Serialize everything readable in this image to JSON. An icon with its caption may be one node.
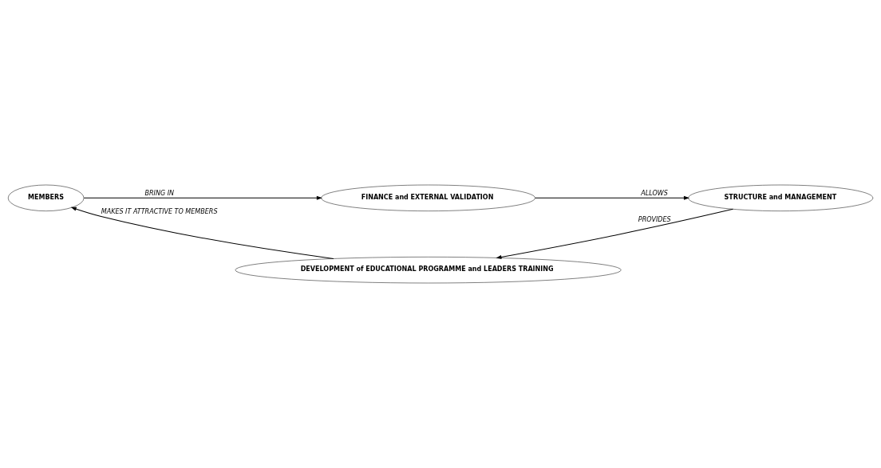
{
  "diagram": {
    "nodes": [
      {
        "text": [
          "FINANCE and EXTERNAL VALIDATION"
        ]
      },
      {
        "text": [
          "MEMBERS"
        ]
      },
      {
        "text": [
          "STRUCTURE and MANAGEMENT"
        ]
      },
      {
        "text": [
          "DEVELOPMENT of EDUCATIONAL PROGRAMME and LEADERS TRAINING"
        ]
      }
    ],
    "edges": [
      {
        "from": 1,
        "to": 0,
        "arrow": "to",
        "label": "BRING IN"
      },
      {
        "from": 0,
        "to": 2,
        "arrow": "to",
        "label": "ALLOWS"
      },
      {
        "from": 2,
        "to": 3,
        "arrow": "to",
        "label": "PROVIDES"
      },
      {
        "from": 3,
        "to": 1,
        "arrow": "to",
        "label": "MAKES IT ATTRACTIVE TO MEMBERS"
      }
    ]
  }
}
